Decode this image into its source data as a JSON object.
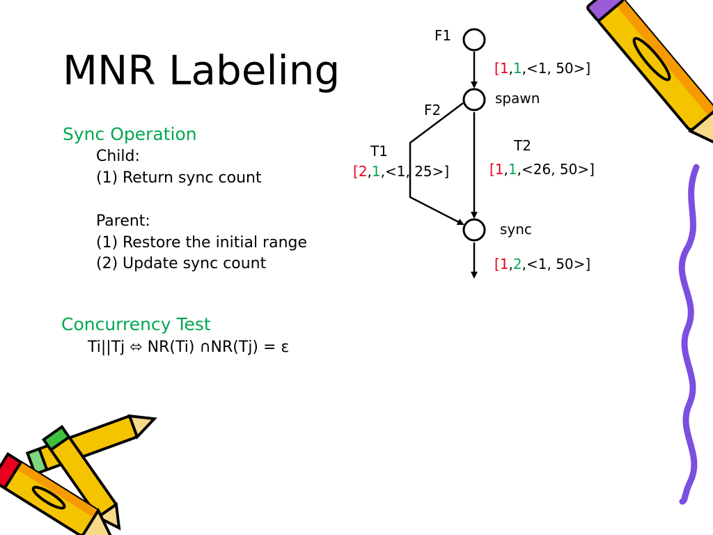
{
  "slide": {
    "title": "MNR Labeling",
    "sync_section": {
      "heading": "Sync Operation",
      "child_label": "Child:",
      "child_items": [
        {
          "num": "(1)",
          "text": "Return sync count"
        }
      ],
      "parent_label": "Parent:",
      "parent_items": [
        {
          "num": "(1)",
          "text": "Restore the initial range"
        },
        {
          "num": "(2)",
          "text": "Update sync count"
        }
      ]
    },
    "concurrency_section": {
      "heading": "Concurrency Test",
      "formula": "Ti||Tj ⬄ NR(Ti) ∩NR(Tj) = ε"
    }
  },
  "diagram": {
    "nodes": {
      "f1": "F1",
      "f2": "F2",
      "spawn": "spawn",
      "t1": "T1",
      "t2": "T2",
      "sync": "sync"
    },
    "labels": {
      "top": {
        "open": "[",
        "a": "1",
        "sep1": ",",
        "b": "1",
        "rest": ",<1, 50>]"
      },
      "t1": {
        "open": "[",
        "a": "2",
        "sep1": ",",
        "b": "1",
        "rest": ",<1, 25>]"
      },
      "t2": {
        "open": "[",
        "a": "1",
        "sep1": ",",
        "b": "1",
        "rest": ",<26, 50>]"
      },
      "bottom": {
        "open": "[",
        "a": "1",
        "sep1": ",",
        "b": "2",
        "rest": ",<1, 50>]"
      }
    }
  },
  "decor": {
    "pencil_icon_top_right": "pencil-icon",
    "wavy_line": "wavy-line",
    "pencils_bottom_left": "pencils-icon",
    "colors": {
      "heading_green": "#00a651",
      "value_red": "#e8001c",
      "value_green": "#00a651",
      "pencil_yellow": "#f5c400",
      "pencil_orange": "#f59a00",
      "wave_purple": "#7b4fe0"
    }
  }
}
